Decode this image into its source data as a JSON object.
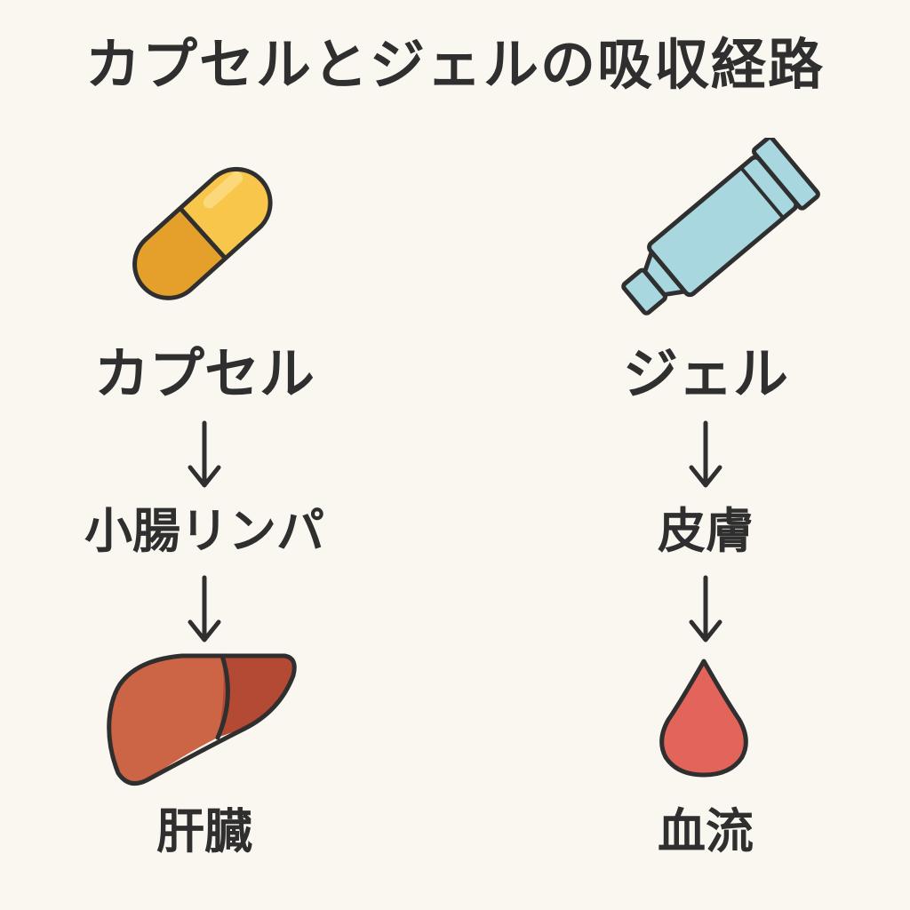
{
  "title": "カプセルとジェルの吸収経路",
  "capsule_path": {
    "start": "カプセル",
    "step": "小腸リンパ",
    "end": "肝臓",
    "start_icon": "capsule-icon",
    "end_icon": "liver-icon"
  },
  "gel_path": {
    "start": "ジェル",
    "step": "皮膚",
    "end": "血流",
    "start_icon": "gel-tube-icon",
    "end_icon": "blood-drop-icon"
  },
  "colors": {
    "background": "#faf7f1",
    "text": "#2f2f2f",
    "capsule_light": "#f7c64a",
    "capsule_dark": "#e4a02a",
    "tube": "#a9d7e0",
    "liver": "#cc6446",
    "liver_dark": "#b44a34",
    "blood": "#e2645a"
  }
}
